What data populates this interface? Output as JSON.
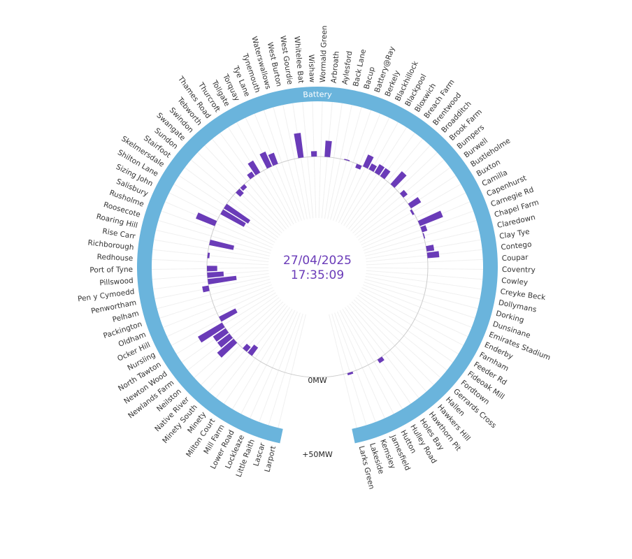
{
  "chart_data": {
    "type": "bar",
    "layout": "radial",
    "title": "",
    "band_label": "Battery",
    "date": "27/04/2025",
    "time": "17:35:09",
    "scale_min_label": "0MW",
    "scale_max_label": "+50MW",
    "bar_color": "#6a3bb8",
    "band_color": "#6ab4dc",
    "text_color": "#6a3bb8",
    "categories": [
      "Larport",
      "Lascar",
      "Little Raith",
      "Lockleaze",
      "Lower Road",
      "Mill Farm",
      "Milton Court",
      "Minety",
      "Minety South",
      "Native River",
      "Neilston",
      "Newlands Farm",
      "Newton Wood",
      "North Tawton",
      "Nursling",
      "Ocker Hill",
      "Oldham",
      "Packington",
      "Pelham",
      "Penwortham",
      "Pen y Cymoedd",
      "Pillswood",
      "Port of Tyne",
      "Redhouse",
      "Richborough",
      "Rise Carr",
      "Roaring Hill",
      "Roosecote",
      "Rusholme",
      "Salisbury",
      "Sizing John",
      "Shilton Lane",
      "Skelmersdale",
      "Stairfoot",
      "Sundon",
      "Swangate",
      "Swindon",
      "Tebworth",
      "Thames Road",
      "Thurcroft",
      "Tollgate",
      "Torquay",
      "Tye Lane",
      "Tynemouth",
      "Waterswallows",
      "West Burton",
      "West Gourdie",
      "Whitelee Bat",
      "Wishaw",
      "Wormald Green",
      "Arbroath",
      "Aylesford",
      "Back Lane",
      "Bacup",
      "Battery@Ray",
      "Berkely",
      "Blackhillock",
      "Blackpool",
      "Bloxwich",
      "Breach Farm",
      "Brentwood",
      "Broadditch",
      "Brook Farm",
      "Bumpers",
      "Burwell",
      "Bustleholme",
      "Buxton",
      "Camilla",
      "Capenhurst",
      "Carnegie Rd",
      "Chapel Farm",
      "Claredown",
      "Clay Tye",
      "Contego",
      "Coupar",
      "Coventry",
      "Cowley",
      "Creyke Beck",
      "Dollymans",
      "Dorking",
      "Dunsinane",
      "Emirates Stadium",
      "Enderby",
      "Farnham",
      "Feeder Rd",
      "Fideoak Mill",
      "Fordtown",
      "Gerrards Cross",
      "Hallen",
      "Hawkers Hill",
      "Hawthorn Pit",
      "Holes Bay",
      "Hulley Road",
      "Hutton",
      "Jamesfield",
      "Kemsley",
      "Lakeside",
      "Larks Green"
    ],
    "values": [
      0,
      0,
      0,
      0,
      0,
      0,
      0,
      -5,
      -3,
      0,
      20,
      14,
      14,
      26,
      -9,
      0,
      0,
      0,
      0,
      6,
      -14,
      -8,
      -5,
      0,
      -1,
      0,
      -12,
      0,
      0,
      19,
      0,
      -13,
      -14,
      0,
      0,
      -3,
      -2,
      0,
      5,
      13,
      0,
      15,
      11,
      0,
      0,
      0,
      23,
      0,
      5,
      0,
      15,
      0,
      0,
      1,
      0,
      -2,
      12,
      6,
      9,
      9,
      0,
      16,
      0,
      5,
      0,
      11,
      -1,
      0,
      23,
      5,
      1,
      0,
      7,
      11,
      0,
      0,
      0,
      0,
      0,
      0,
      0,
      0,
      0,
      0,
      0,
      0,
      0,
      0,
      0,
      0,
      0,
      4,
      0,
      0,
      0,
      0,
      2,
      0
    ],
    "value_range": [
      -30,
      50
    ],
    "grid": true,
    "legend": "none"
  }
}
